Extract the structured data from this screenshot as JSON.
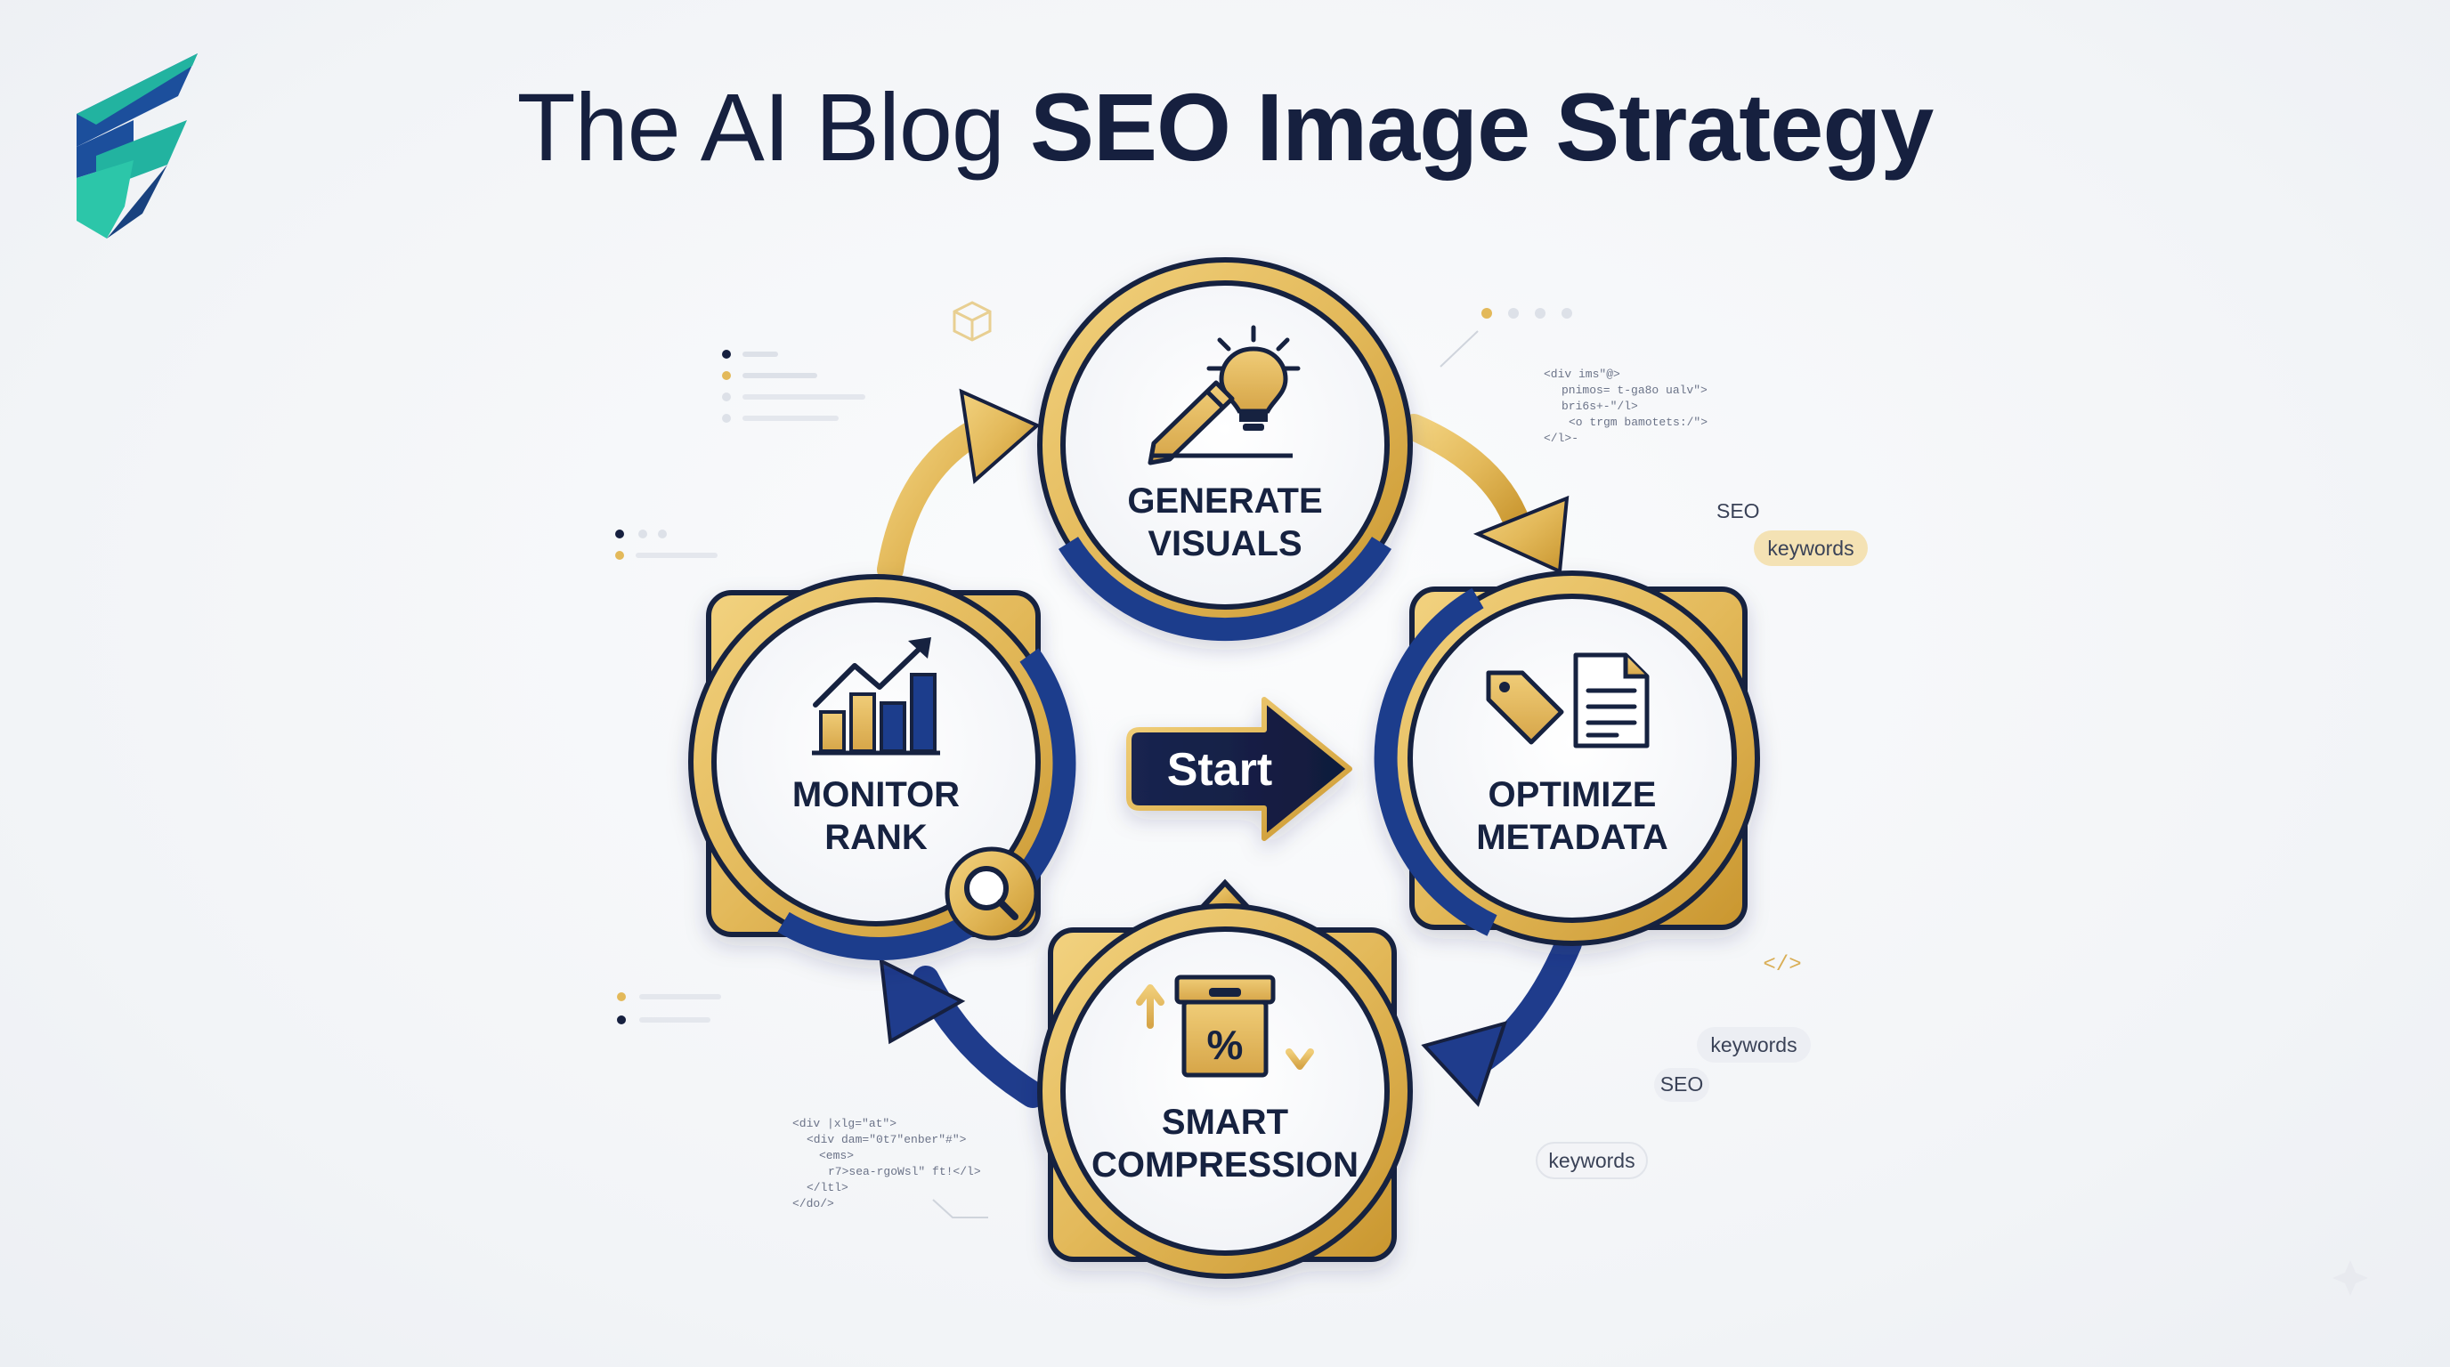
{
  "title": {
    "part1": "The AI Blog ",
    "part2": "SEO Image Strategy"
  },
  "steps": [
    {
      "line1": "GENERATE",
      "line2": "VISUALS",
      "icon": "pencil-lightbulb-icon"
    },
    {
      "line1": "OPTIMIZE",
      "line2": "METADATA",
      "icon": "tag-document-icon"
    },
    {
      "line1": "SMART",
      "line2": "COMPRESSION",
      "icon": "percent-box-icon"
    },
    {
      "line1": "MONITOR",
      "line2": "RANK",
      "icon": "rising-bar-chart-icon"
    }
  ],
  "start_label": "Start",
  "tags": {
    "seo_top": "SEO",
    "keywords_top": "keywords",
    "keywords_mid": "keywords",
    "seo_mid": "SEO",
    "keywords_low": "keywords",
    "code_icon": "</>"
  },
  "code_snippets": {
    "top_right": [
      "<div ims\"@>",
      "pnimos= t-ga8o ualv\">",
      "bri6s+-\"/l>",
      "<o trgm bamotets:/\">",
      "</l>-"
    ],
    "bottom_left": [
      "<div |xlg=\"at\">",
      "<div dam=\"0t7\"enber\"#\">",
      "<ems>",
      "r7>sea-rgoWsl\" ft!</l>",
      "</ltl>",
      "</do/>"
    ]
  },
  "colors": {
    "navy": "#16203f",
    "gold": "#e3b95a",
    "gold_dark": "#c9962f",
    "blue_ring": "#1f3c8c",
    "logo_teal": "#22b3a0",
    "logo_blue": "#1c4f9c"
  }
}
